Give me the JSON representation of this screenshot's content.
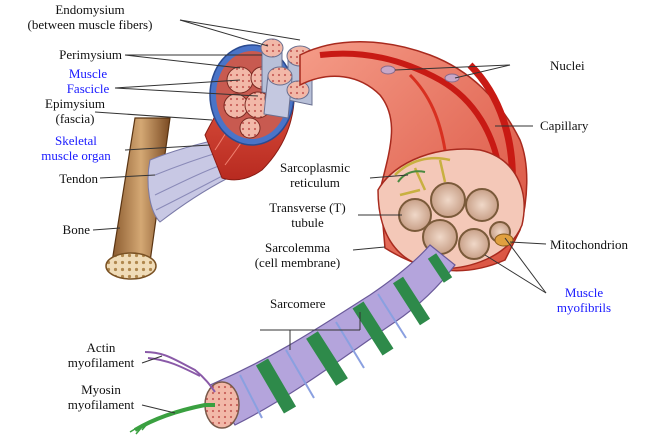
{
  "colors": {
    "label_text": "#111111",
    "highlight_text": "#1a1aff",
    "leader_line": "#333333",
    "muscle_red": "#d23a2e",
    "muscle_light": "#f08c78",
    "epimysium_blue": "#4a74c8",
    "fascicle_pink": "#f2c6c0",
    "bone_tan": "#c8a070",
    "myofibril_tan": "#d9c0a8",
    "sarcomere_purple": "#b4a4dc",
    "sarcomere_green": "#2e8a4a",
    "actin_purple": "#8a5aa8",
    "myosin_green": "#3aa040"
  },
  "labels": {
    "endomysium": [
      "Endomysium",
      "(between muscle fibers)"
    ],
    "perimysium": "Perimysium",
    "muscle_fascicle": [
      "Muscle",
      "Fascicle"
    ],
    "epimysium": [
      "Epimysium",
      "(fascia)"
    ],
    "skeletal_muscle_organ": [
      "Skeletal",
      "muscle organ"
    ],
    "tendon": "Tendon",
    "bone": "Bone",
    "nuclei": "Nuclei",
    "capillary": "Capillary",
    "sarcoplasmic_reticulum": [
      "Sarcoplasmic",
      "reticulum"
    ],
    "t_tubule": [
      "Transverse (T)",
      "tubule"
    ],
    "sarcolemma": [
      "Sarcolemma",
      "(cell membrane)"
    ],
    "mitochondrion": "Mitochondrion",
    "muscle_myofibrils": [
      "Muscle",
      "myofibrils"
    ],
    "sarcomere": "Sarcomere",
    "actin": [
      "Actin",
      "myofilament"
    ],
    "myosin": [
      "Myosin",
      "myofilament"
    ]
  }
}
